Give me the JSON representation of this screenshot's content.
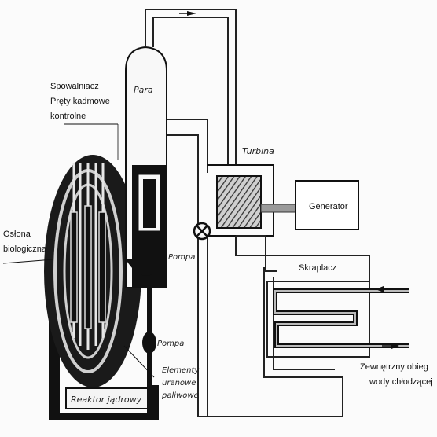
{
  "labels": {
    "spowalniacz": "Spowalniacz",
    "prety_line1": "Pręty kadmowe",
    "prety_line2": "kontrolne",
    "oslona_line1": "Osłona",
    "oslona_line2": "biologiczna",
    "para": "Para",
    "turbina": "Turbina",
    "generator": "Generator",
    "pompa_top": "Pompa",
    "pompa_bottom": "Pompa",
    "skraplacz": "Skraplacz",
    "elementy_line1": "Elementy",
    "elementy_line2": "uranowe",
    "elementy_line3": "paliwowe",
    "reaktor": "Reaktor jądrowy",
    "obieg_line1": "Zewnętrzny obieg",
    "obieg_line2": "wody chłodzącej"
  }
}
